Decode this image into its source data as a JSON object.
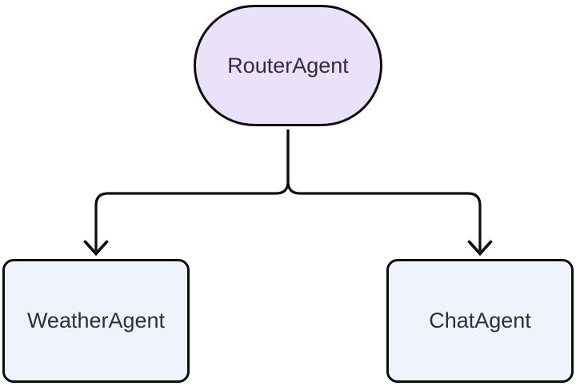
{
  "diagram": {
    "type": "flowchart",
    "direction": "top-down",
    "nodes": [
      {
        "id": "router",
        "label": "RouterAgent",
        "shape": "stadium"
      },
      {
        "id": "weather",
        "label": "WeatherAgent",
        "shape": "rounded-rectangle"
      },
      {
        "id": "chat",
        "label": "ChatAgent",
        "shape": "rounded-rectangle"
      }
    ],
    "edges": [
      {
        "from": "RouterAgent",
        "to": "WeatherAgent",
        "arrow": "down"
      },
      {
        "from": "RouterAgent",
        "to": "ChatAgent",
        "arrow": "down"
      }
    ]
  },
  "colors": {
    "canvas-bg": "#ffffff",
    "router-fill": "#e9e2f8",
    "child-fill": "#eff3fb",
    "line-color": "#0d0d0d",
    "text-color": "#2e2e3e"
  }
}
